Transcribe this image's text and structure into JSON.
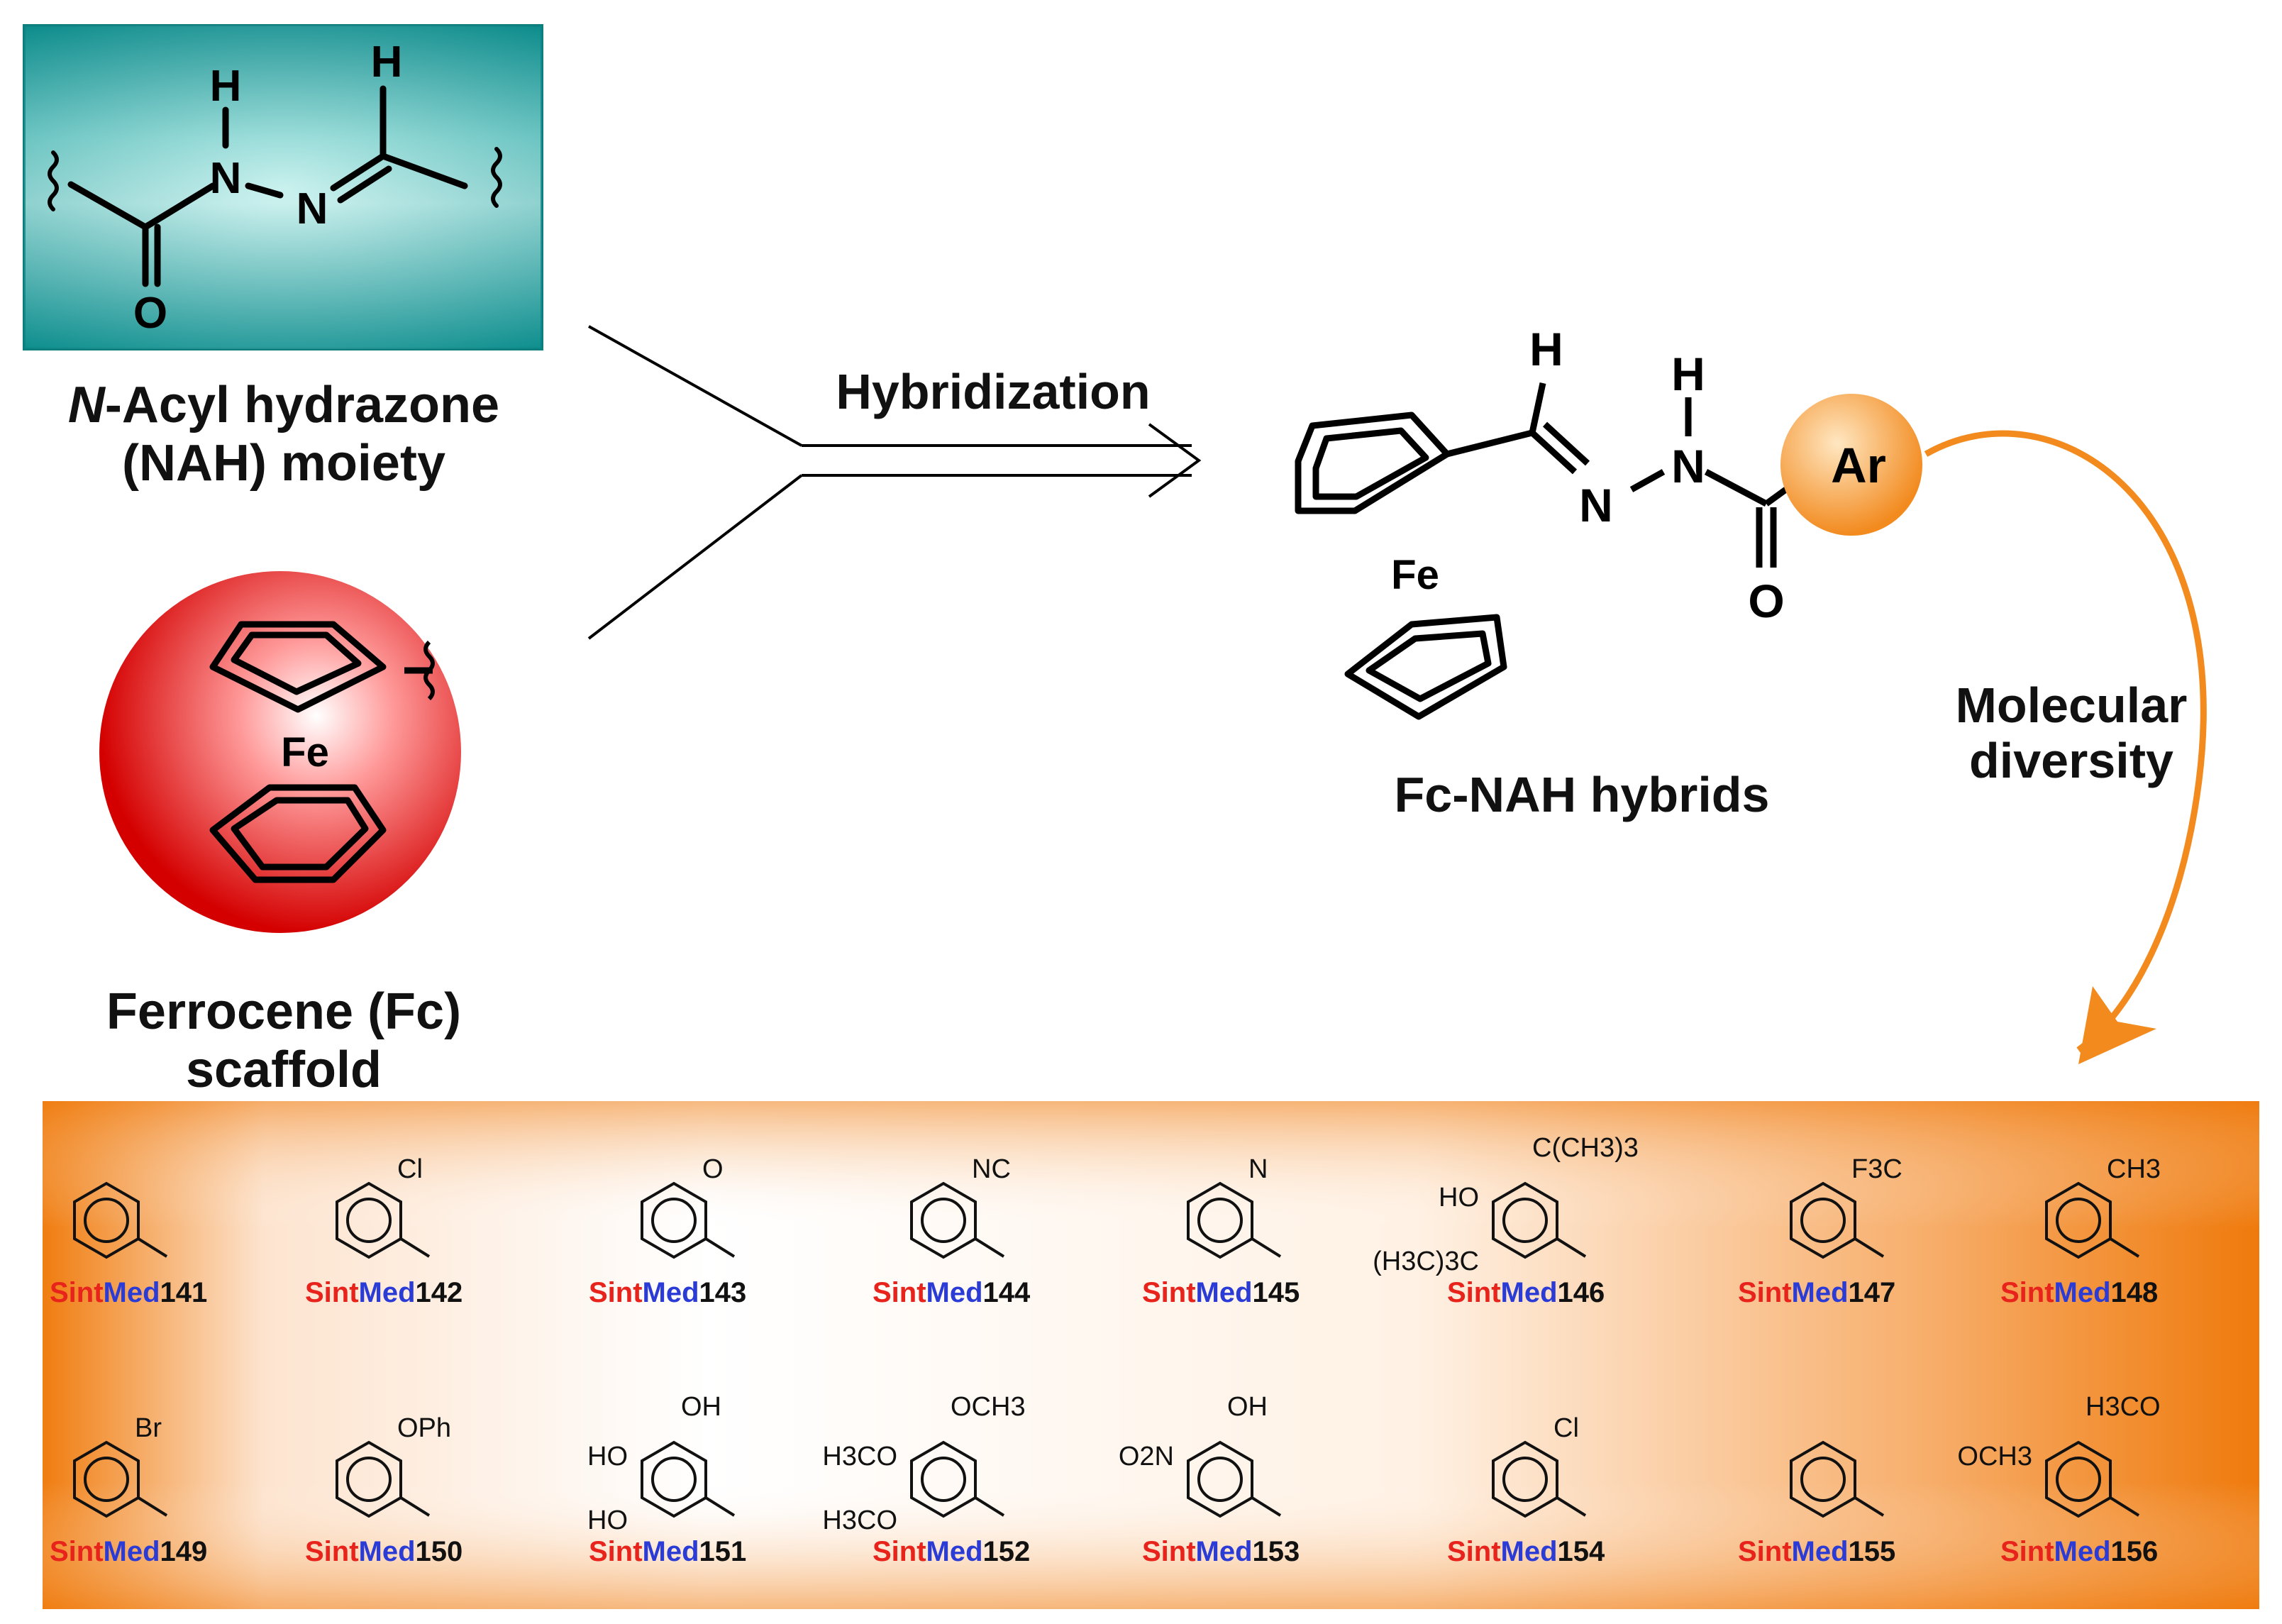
{
  "nah": {
    "line1_italic": "N",
    "line1_rest": "-Acyl hydrazone",
    "line2": "(NAH) moiety",
    "atoms": {
      "h1": "H",
      "h2": "H",
      "n1": "N",
      "n2": "N",
      "o": "O"
    }
  },
  "ferrocene": {
    "line1": "Ferrocene (Fc)",
    "line2": "scaffold",
    "fe": "Fe"
  },
  "hybridization": "Hybridization",
  "hybrid": {
    "label": "Fc-NAH hybrids",
    "ar": "Ar",
    "atoms": {
      "h1": "H",
      "h2": "H",
      "n1": "N",
      "n2": "N",
      "o": "O",
      "fe": "Fe"
    }
  },
  "diversity": {
    "line1": "Molecular",
    "line2": "diversity"
  },
  "colors": {
    "teal": "#1aa3a3",
    "red": "#e01010",
    "orange": "#f28a1e"
  },
  "compounds": [
    {
      "prefix_s": "Sint",
      "prefix_m": "Med",
      "num": "141"
    },
    {
      "prefix_s": "Sint",
      "prefix_m": "Med",
      "num": "142",
      "sub": "Cl"
    },
    {
      "prefix_s": "Sint",
      "prefix_m": "Med",
      "num": "143",
      "sub": "O"
    },
    {
      "prefix_s": "Sint",
      "prefix_m": "Med",
      "num": "144",
      "sub": "NC"
    },
    {
      "prefix_s": "Sint",
      "prefix_m": "Med",
      "num": "145",
      "sub": "N"
    },
    {
      "prefix_s": "Sint",
      "prefix_m": "Med",
      "num": "146",
      "sub1": "C(CH3)3",
      "sub2": "HO",
      "sub3": "(H3C)3C"
    },
    {
      "prefix_s": "Sint",
      "prefix_m": "Med",
      "num": "147",
      "sub": "F3C"
    },
    {
      "prefix_s": "Sint",
      "prefix_m": "Med",
      "num": "148",
      "sub": "CH3"
    },
    {
      "prefix_s": "Sint",
      "prefix_m": "Med",
      "num": "149",
      "sub": "Br"
    },
    {
      "prefix_s": "Sint",
      "prefix_m": "Med",
      "num": "150",
      "sub": "OPh"
    },
    {
      "prefix_s": "Sint",
      "prefix_m": "Med",
      "num": "151",
      "sub1": "OH",
      "sub2": "HO",
      "sub3": "HO"
    },
    {
      "prefix_s": "Sint",
      "prefix_m": "Med",
      "num": "152",
      "sub1": "OCH3",
      "sub2": "H3CO",
      "sub3": "H3CO"
    },
    {
      "prefix_s": "Sint",
      "prefix_m": "Med",
      "num": "153",
      "sub1": "OH",
      "sub2": "O2N"
    },
    {
      "prefix_s": "Sint",
      "prefix_m": "Med",
      "num": "154",
      "sub": "Cl"
    },
    {
      "prefix_s": "Sint",
      "prefix_m": "Med",
      "num": "155"
    },
    {
      "prefix_s": "Sint",
      "prefix_m": "Med",
      "num": "156",
      "sub1": "H3CO",
      "sub2": "OCH3"
    }
  ]
}
